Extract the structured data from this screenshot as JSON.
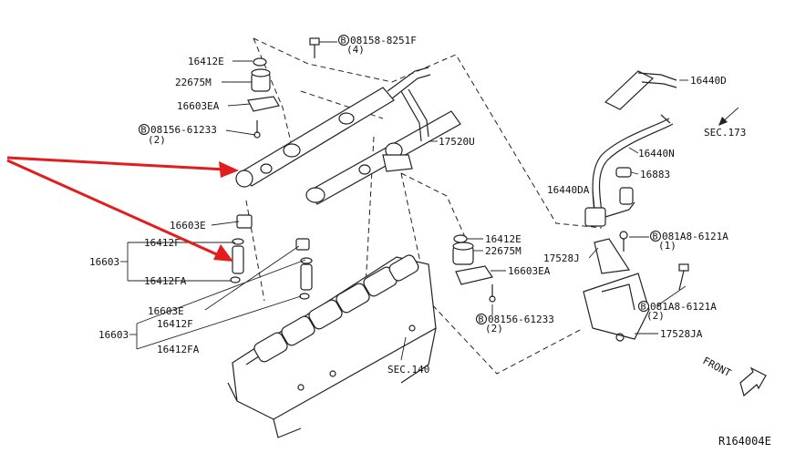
{
  "diagram": {
    "labels": {
      "lbl_16412E_top": "16412E",
      "lbl_22675M_top": "22675M",
      "lbl_16603EA_top": "16603EA",
      "lbl_08156_top_code": "08156-61233",
      "lbl_08156_top_qty": "(2)",
      "lbl_08158_code": "08158-8251F",
      "lbl_08158_qty": "(4)",
      "lbl_16440D": "16440D",
      "lbl_sec173": "SEC.173",
      "lbl_17520U": "17520U",
      "lbl_16440N": "16440N",
      "lbl_16883": "16883",
      "lbl_16440DA": "16440DA",
      "lbl_081A8_a_code": "081A8-6121A",
      "lbl_081A8_a_qty": "(1)",
      "lbl_17528J": "17528J",
      "lbl_081A8_b_code": "081A8-6121A",
      "lbl_081A8_b_qty": "(2)",
      "lbl_17528JA": "17528JA",
      "lbl_16603E_a": "16603E",
      "lbl_16412F_a": "16412F",
      "lbl_16603_a": "16603",
      "lbl_16412FA_a": "16412FA",
      "lbl_16412E_mid": "16412E",
      "lbl_22675M_mid": "22675M",
      "lbl_16603EA_mid": "16603EA",
      "lbl_08156_mid_code": "08156-61233",
      "lbl_08156_mid_qty": "(2)",
      "lbl_16603E_b": "16603E",
      "lbl_16412F_b": "16412F",
      "lbl_16603_b": "16603",
      "lbl_16412FA_b": "16412FA",
      "lbl_sec140": "SEC.140",
      "lbl_front": "FRONT",
      "lbl_ref": "R164004E",
      "bolt_symbol": "B"
    },
    "colors": {
      "ink": "#222222",
      "annotation_arrow": "#e11d1d"
    }
  }
}
